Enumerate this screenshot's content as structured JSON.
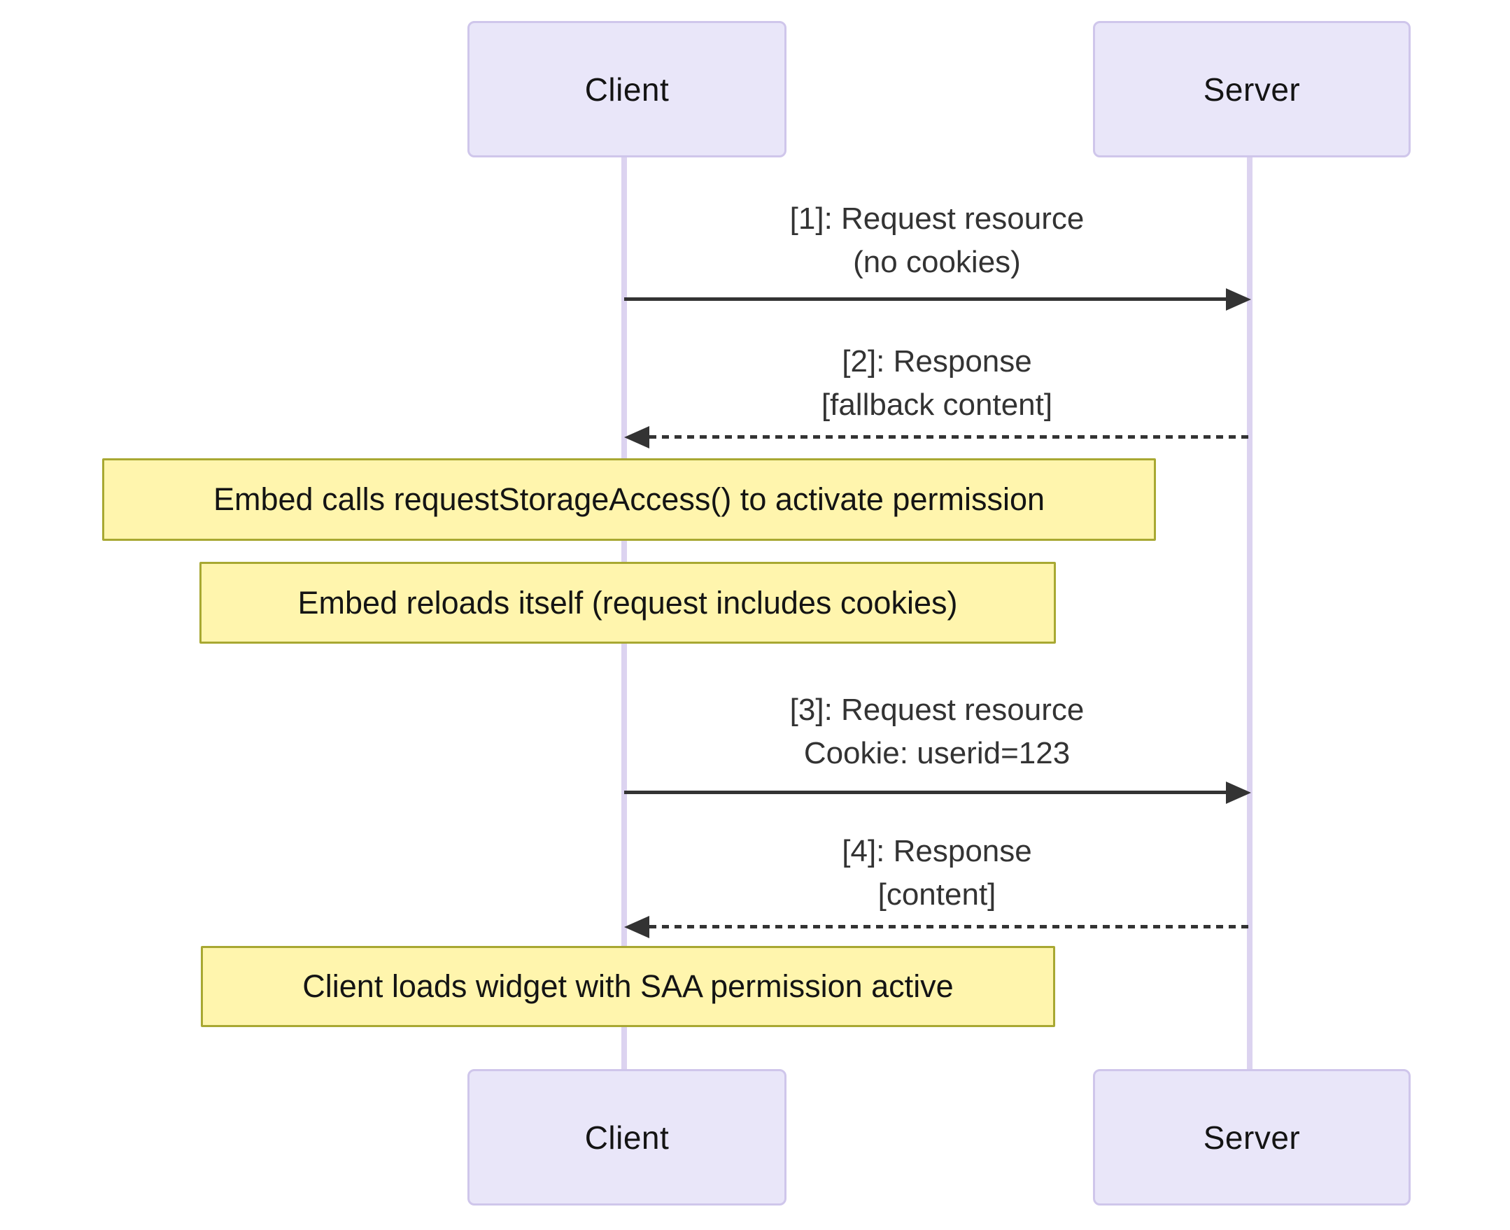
{
  "diagram": {
    "type": "sequence",
    "actors": [
      {
        "name": "Client"
      },
      {
        "name": "Server"
      }
    ],
    "messages": [
      {
        "line1": "[1]: Request resource",
        "line2": "(no cookies)",
        "from": "Client",
        "to": "Server",
        "style": "solid"
      },
      {
        "line1": "[2]: Response",
        "line2": "[fallback content]",
        "from": "Server",
        "to": "Client",
        "style": "dashed"
      },
      {
        "line1": "[3]: Request resource",
        "line2": "Cookie: userid=123",
        "from": "Client",
        "to": "Server",
        "style": "solid"
      },
      {
        "line1": "[4]: Response",
        "line2": "[content]",
        "from": "Server",
        "to": "Client",
        "style": "dashed"
      }
    ],
    "notes": [
      {
        "text": "Embed calls requestStorageAccess() to activate permission",
        "over": "Client"
      },
      {
        "text": "Embed reloads itself (request includes cookies)",
        "over": "Client"
      },
      {
        "text": "Client loads widget with SAA permission active",
        "over": "Client"
      }
    ],
    "colors": {
      "actor_fill": "#e9e6f9",
      "actor_border": "#cfc6eb",
      "lifeline": "#dcd3f0",
      "note_fill": "#fff5ad",
      "note_border": "#a8a832",
      "message_line": "#333333",
      "message_text": "#333333"
    }
  }
}
